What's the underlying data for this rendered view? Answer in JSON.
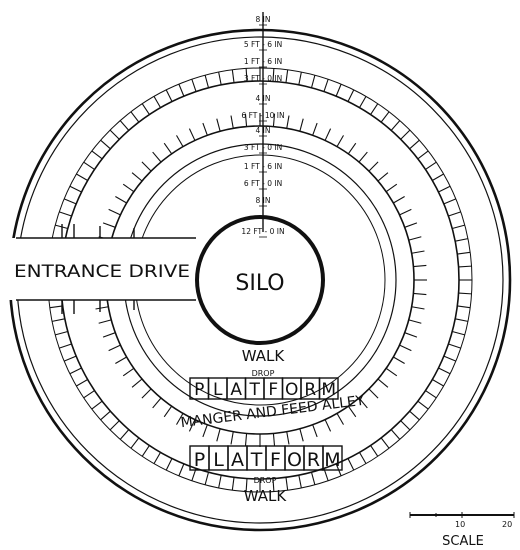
{
  "labels": {
    "entrance_drive": "ENTRANCE DRIVE",
    "silo": "SILO",
    "walk_inner": "WALK",
    "drop_inner": "DROP",
    "platform_inner": [
      "P",
      "L",
      "A",
      "T",
      "F",
      "O",
      "R",
      "M"
    ],
    "manger_feed_alley": "MANGER AND FEED ALLEY",
    "platform_outer": [
      "P",
      "L",
      "A",
      "T",
      "F",
      "O",
      "R",
      "M"
    ],
    "drop_outer": "DROP",
    "walk_outer": "WALK",
    "scale_title": "SCALE",
    "scale_tick_10": "10",
    "scale_tick_20": "20"
  },
  "dimensions": [
    "8 IN",
    "5 FT - 6 IN",
    "1 FT - 6 IN",
    "3 FT - 0 IN",
    "4 IN",
    "6 FT - 10 IN",
    "4 IN",
    "3 FT - 0 IN",
    "1 FT - 6 IN",
    "6 FT - 0 IN",
    "8 IN",
    "12 FT - 0 IN"
  ]
}
